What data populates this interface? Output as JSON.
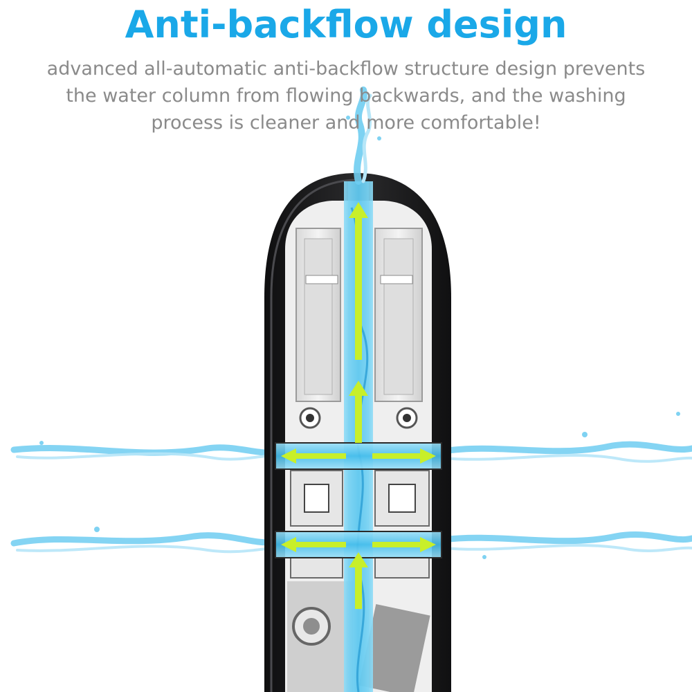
{
  "headline": "Anti-backflow design",
  "subtitle_lines": [
    "advanced all-automatic anti-backflow structure design prevents",
    "the water column from flowing backwards, and the washing",
    "process is cleaner and more comfortable!"
  ],
  "colors": {
    "headline": "#1aa8e8",
    "subtitle": "#8a8a8a",
    "housing": "#1b1b1d",
    "water": "#5cc8f0",
    "flow_channel": "#59c9f2",
    "arrow": "#c8ef2a"
  }
}
